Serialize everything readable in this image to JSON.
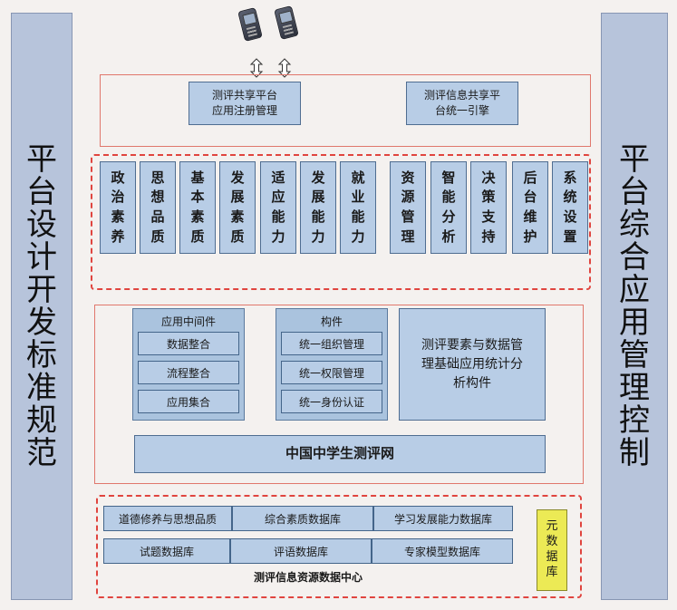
{
  "left_sidebar": {
    "text": [
      "平",
      "台",
      "设",
      "计",
      "开",
      "发",
      "标",
      "准",
      "规",
      "范"
    ]
  },
  "right_sidebar": {
    "text": [
      "平",
      "台",
      "综",
      "合",
      "应",
      "用",
      "管",
      "理",
      "控",
      "制"
    ]
  },
  "top_section": {
    "box1": [
      "测评共享平台",
      "应用注册管理"
    ],
    "box2": [
      "测评信息共享平",
      "台统一引擎"
    ]
  },
  "modules": [
    [
      "政",
      "治",
      "素",
      "养"
    ],
    [
      "思",
      "想",
      "品",
      "质"
    ],
    [
      "基",
      "本",
      "素",
      "质"
    ],
    [
      "发",
      "展",
      "素",
      "质"
    ],
    [
      "适",
      "应",
      "能",
      "力"
    ],
    [
      "发",
      "展",
      "能",
      "力"
    ],
    [
      "就",
      "业",
      "能",
      "力"
    ],
    [
      "资",
      "源",
      "管",
      "理"
    ],
    [
      "智",
      "能",
      "分",
      "析"
    ],
    [
      "决",
      "策",
      "支",
      "持"
    ],
    [
      "后",
      "台",
      "维",
      "护"
    ],
    [
      "系",
      "统",
      "设",
      "置"
    ]
  ],
  "middleware": {
    "title": "应用中间件",
    "items": [
      "数据整合",
      "流程整合",
      "应用集合"
    ]
  },
  "components": {
    "title": "构件",
    "items": [
      "统一组织管理",
      "统一权限管理",
      "统一身份认证"
    ]
  },
  "eval_component": {
    "lines": [
      "测评要素与数据管",
      "理基础应用统计分",
      "析构件"
    ]
  },
  "network": {
    "label": "中国中学生测评网"
  },
  "databases": {
    "row1": [
      "道德修养与思想品质",
      "综合素质数据库",
      "学习发展能力数据库"
    ],
    "row2": [
      "试题数据库",
      "评语数据库",
      "专家模型数据库"
    ],
    "center_label": "测评信息资源数据中心",
    "meta": [
      "元",
      "数",
      "据",
      "库"
    ]
  },
  "colors": {
    "box_fill": "#b8cde6",
    "sidebar_fill": "#b7c4db",
    "dash_red": "#e0453f",
    "meta_fill": "#ecea55"
  }
}
